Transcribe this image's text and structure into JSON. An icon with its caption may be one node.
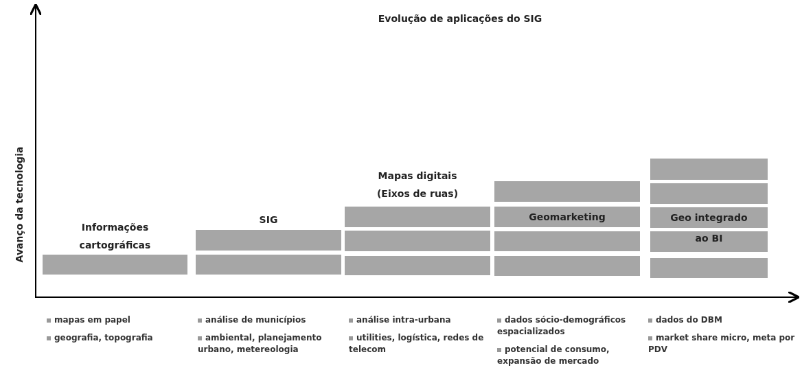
{
  "diagram": {
    "title": "Evolução de aplicações do SIG",
    "nodes": [
      {
        "text": [],
        "shape": "bar"
      },
      {
        "text": [],
        "shape": "bar"
      },
      {
        "text": [],
        "shape": "bar"
      },
      {
        "text": [],
        "shape": "bar"
      },
      {
        "text": [],
        "shape": "bar"
      },
      {
        "text": [],
        "shape": "bar"
      },
      {
        "text": [],
        "shape": "bar"
      },
      {
        "text": [
          "Geomarketing"
        ]
      },
      {
        "text": [],
        "shape": "bar"
      },
      {
        "text": [],
        "shape": "bar"
      },
      {
        "text": [],
        "shape": "bar"
      },
      {
        "text": [],
        "shape": "bar"
      },
      {
        "text": [],
        "shape": "bar"
      },
      {
        "text": [],
        "shape": "bar"
      },
      {
        "text": [],
        "shape": "bar"
      }
    ],
    "edges": [],
    "labels": [
      "Avanço da tecnologia",
      "Informações cartográficas",
      "SIG",
      "Mapas digitais (Eixos de ruas)",
      "Geo integrado ao BI",
      "mapas em papel",
      "geografia, topografia",
      "análise de municípios",
      "ambiental, planejamento urbano, metereologia",
      "análise intra-urbana",
      "utilities, logística, redes de telecom",
      "dados sócio-demográficos espacializados",
      "potencial de consumo, expansão de mercado",
      "dados do DBM",
      "market share micro, meta por PDV"
    ]
  }
}
